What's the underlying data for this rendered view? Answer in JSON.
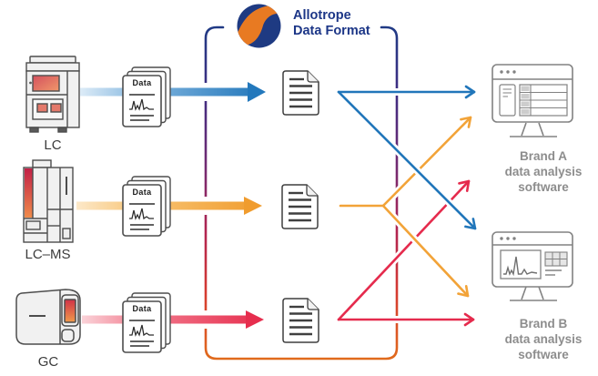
{
  "logo": {
    "line1": "Allotrope",
    "line2": "Data Format"
  },
  "instruments": [
    {
      "id": "lc",
      "label": "LC"
    },
    {
      "id": "lc-ms",
      "label": "LC–MS"
    },
    {
      "id": "gc",
      "label": "GC"
    }
  ],
  "data_files": [
    {
      "label": "Data"
    },
    {
      "label": "Data"
    },
    {
      "label": "Data"
    }
  ],
  "outputs": [
    {
      "line1": "Brand A",
      "line2": "data analysis",
      "line3": "software"
    },
    {
      "line1": "Brand B",
      "line2": "data analysis",
      "line3": "software"
    }
  ],
  "icons": [
    "allotrope-logo",
    "lc-instrument-icon",
    "lcms-instrument-icon",
    "gc-instrument-icon",
    "data-file-stack-icon",
    "adf-document-icon",
    "monitor-table-icon",
    "monitor-chart-icon"
  ],
  "colors": {
    "arrow_blue": "#2176ba",
    "arrow_orange": "#f2a338",
    "arrow_red": "#e52b4d",
    "bracket_navy": "#203a85",
    "bracket_purple": "#722a72",
    "bracket_red": "#c62340",
    "bracket_orange": "#e06a1c",
    "logo_navy": "#1e3a82",
    "logo_swoosh_orange": "#e87a22",
    "logo_text_navy": "#1c3687",
    "instrument_accent_red": "#d03148",
    "label_gray": "#8d8d8d"
  }
}
